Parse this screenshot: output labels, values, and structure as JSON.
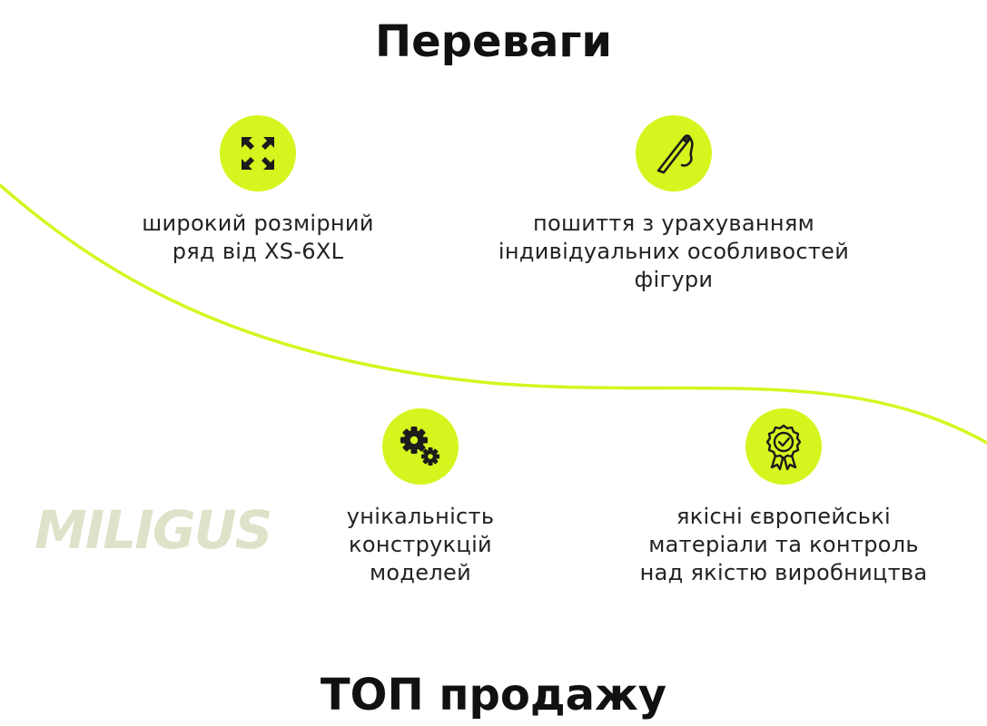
{
  "header": {
    "title": "Переваги"
  },
  "colors": {
    "accent": "#d6f51f",
    "text": "#222222",
    "logo": "#dde3c8"
  },
  "features": [
    {
      "icon": "expand-arrows-icon",
      "lines": [
        "широкий розмірний",
        "ряд від XS-6XL"
      ]
    },
    {
      "icon": "needle-thread-icon",
      "lines": [
        "пошиття з урахуванням",
        "індивідуальних особливостей",
        "фігури"
      ]
    },
    {
      "icon": "gears-icon",
      "lines": [
        "унікальність",
        "конструкцій",
        "моделей"
      ]
    },
    {
      "icon": "quality-badge-icon",
      "lines": [
        "якісні європейські",
        "матеріали та контроль",
        "над якістю виробництва"
      ]
    }
  ],
  "brand": {
    "logo_text": "MILIGUS"
  },
  "section": {
    "title": "ТОП продажу"
  }
}
